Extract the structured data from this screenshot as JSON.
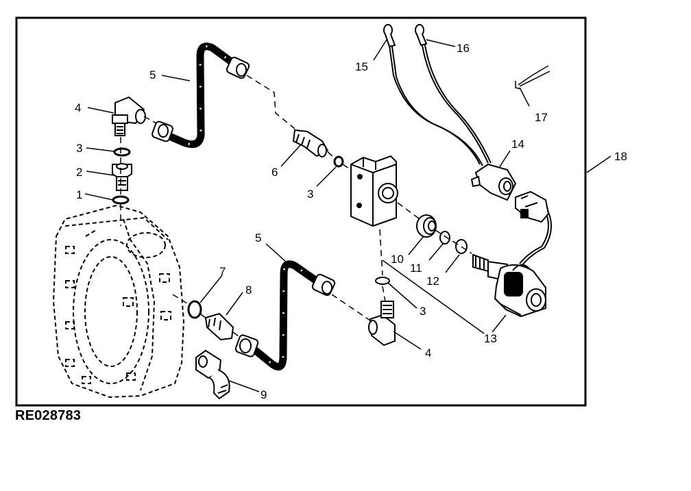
{
  "figure": {
    "id": "RE028783"
  },
  "callouts": {
    "c1": "1",
    "c2": "2",
    "c3a": "3",
    "c3b": "3",
    "c3c": "3",
    "c4a": "4",
    "c4b": "4",
    "c5a": "5",
    "c5b": "5",
    "c6": "6",
    "c7": "7",
    "c8": "8",
    "c9": "9",
    "c10": "10",
    "c11": "11",
    "c12": "12",
    "c13": "13",
    "c14": "14",
    "c15": "15",
    "c16": "16",
    "c17": "17",
    "c18": "18"
  },
  "colors": {
    "ink": "#000000",
    "paper": "#ffffff"
  }
}
